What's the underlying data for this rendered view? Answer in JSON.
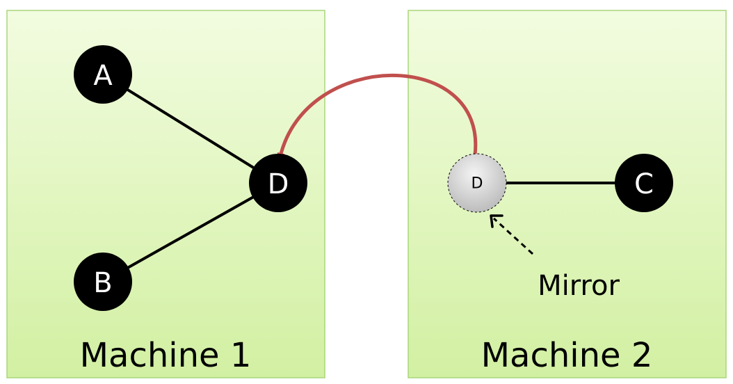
{
  "colors": {
    "machine_fill_top": "#f2fce0",
    "machine_fill_bottom": "#d2f0a2",
    "machine_border": "#a9d67a",
    "node_fill": "#000000",
    "node_text": "#ffffff",
    "edge": "#000000",
    "migration_arrow": "#c0504d",
    "mirror_fill_light": "#f4f4f4",
    "mirror_fill_dark": "#b8b8b8"
  },
  "machines": [
    {
      "id": "machine1",
      "label": "Machine 1"
    },
    {
      "id": "machine2",
      "label": "Machine 2"
    }
  ],
  "nodes": {
    "a": {
      "label": "A"
    },
    "b": {
      "label": "B"
    },
    "d": {
      "label": "D"
    },
    "c": {
      "label": "C"
    }
  },
  "mirror": {
    "node_label": "D",
    "caption": "Mirror"
  }
}
